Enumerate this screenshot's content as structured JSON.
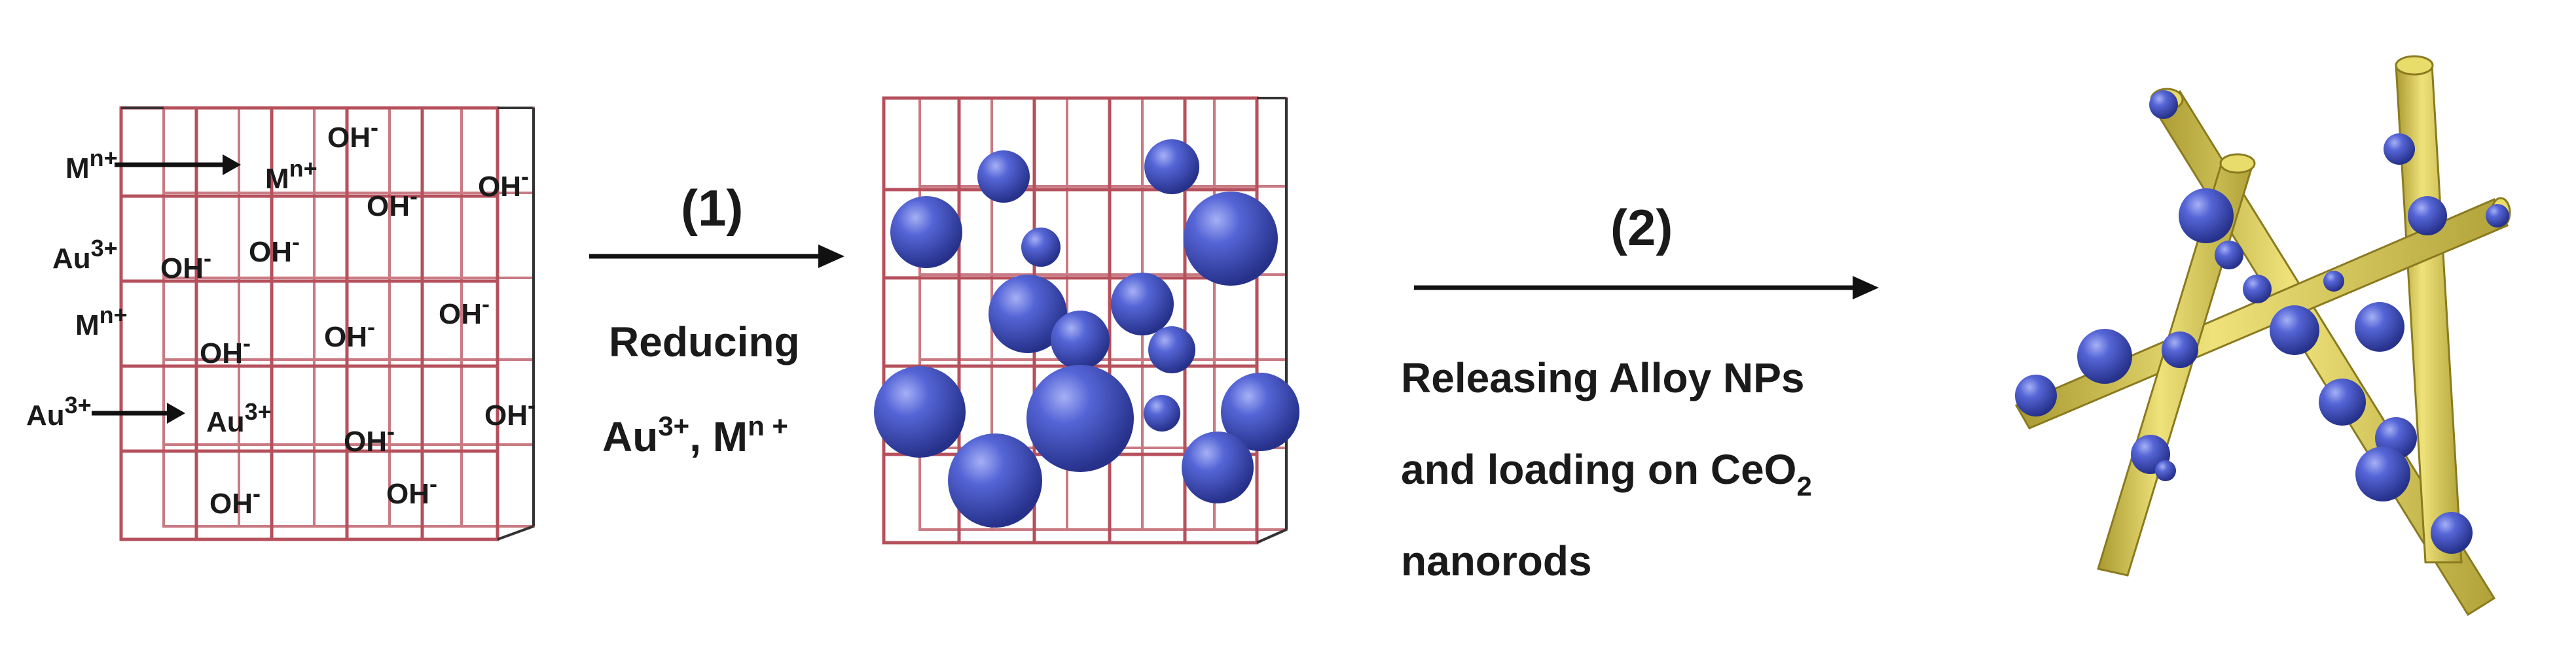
{
  "step1": {
    "number": "(1)",
    "line1": "Reducing",
    "line2_main": "Au",
    "line2_sup": "3+",
    "line2_mid": ", M",
    "line2_sup2": "n +"
  },
  "step2": {
    "number": "(2)",
    "line1": "Releasing Alloy NPs",
    "line2_main": "and loading on CeO",
    "line2_sub": "2",
    "line3": "nanorods"
  },
  "panel1": {
    "hydroxide_main": "OH",
    "hydroxide_charge": "-",
    "metal_main": "M",
    "metal_charge": "n+",
    "gold_main": "Au",
    "gold_charge": "3+"
  },
  "colors": {
    "grid": "#b5505c",
    "particle": "#3f4fc0",
    "rod": "#d8c84a",
    "arrow": "#111111"
  }
}
